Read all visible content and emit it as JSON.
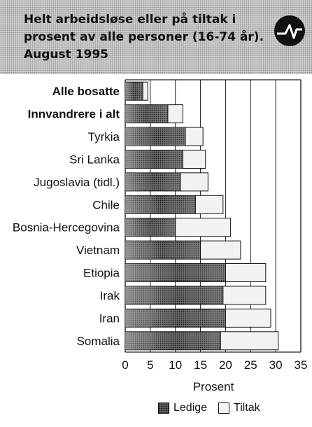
{
  "header": {
    "title": "Helt arbeidsløse eller på tiltak i prosent av alle personer (16-74 år). August 1995"
  },
  "chart_data": {
    "type": "bar",
    "orientation": "horizontal",
    "stacked": true,
    "categories": [
      "Alle bosatte",
      "Innvandrere i alt",
      "Tyrkia",
      "Sri Lanka",
      "Jugoslavia (tidl.)",
      "Chile",
      "Bosnia-Hercegovina",
      "Vietnam",
      "Etiopia",
      "Irak",
      "Iran",
      "Somalia"
    ],
    "bold_categories": [
      "Alle bosatte",
      "Innvandrere i alt"
    ],
    "series": [
      {
        "name": "Ledige",
        "values": [
          3.5,
          8.5,
          12,
          11.5,
          11,
          14,
          10,
          15,
          20,
          19.5,
          20,
          19
        ],
        "color": "#555555"
      },
      {
        "name": "Tiltak",
        "values": [
          1,
          3,
          3.5,
          4.5,
          5.5,
          5.5,
          11,
          8,
          8,
          8.5,
          9,
          11.5
        ],
        "color": "#f2f2f2"
      }
    ],
    "xlabel": "Prosent",
    "xlim": [
      0,
      35
    ],
    "xticks": [
      0,
      5,
      10,
      15,
      20,
      25,
      30,
      35
    ],
    "grid": true,
    "legend_position": "bottom-right"
  }
}
